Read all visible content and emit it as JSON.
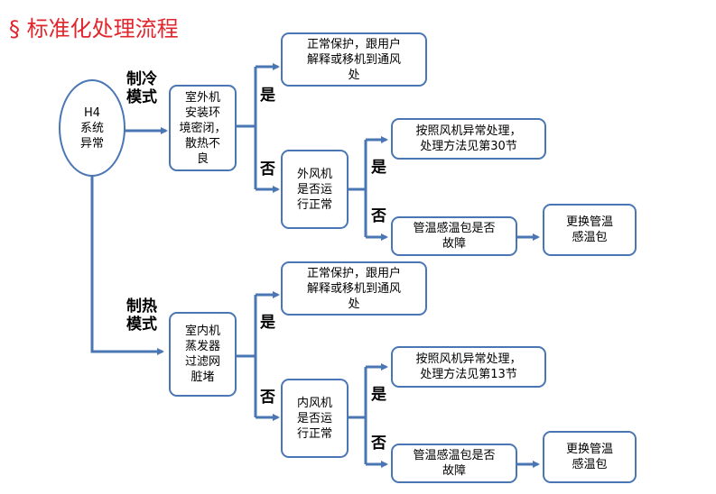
{
  "title": "§ 标准化处理流程",
  "start": "H4\n系统\n异常",
  "modes": {
    "cooling": "制冷\n模式",
    "heating": "制热\n模式"
  },
  "yes": "是",
  "no": "否",
  "cooling": {
    "check": "室外机\n安装环\n境密闭，\n散热不\n良",
    "protect": "正常保护，跟用户\n解释或移机到通风\n处",
    "fan": "外风机\n是否运\n行正常",
    "fan_proc": "按照风机异常处理，\n处理方法见第30节",
    "sensor": "管温感温包是否\n故障",
    "replace": "更换管温\n感温包"
  },
  "heating": {
    "check": "室内机\n蒸发器\n过滤网\n脏堵",
    "protect": "正常保护，跟用户\n解释或移机到通风\n处",
    "fan": "内风机\n是否运\n行正常",
    "fan_proc": "按照风机异常处理，\n处理方法见第13节",
    "sensor": "管温感温包是否\n故障",
    "replace": "更换管温\n感温包"
  },
  "colors": {
    "title": "#e0262c",
    "box_border": "#4a76b4",
    "arrow": "#4a76b4"
  }
}
